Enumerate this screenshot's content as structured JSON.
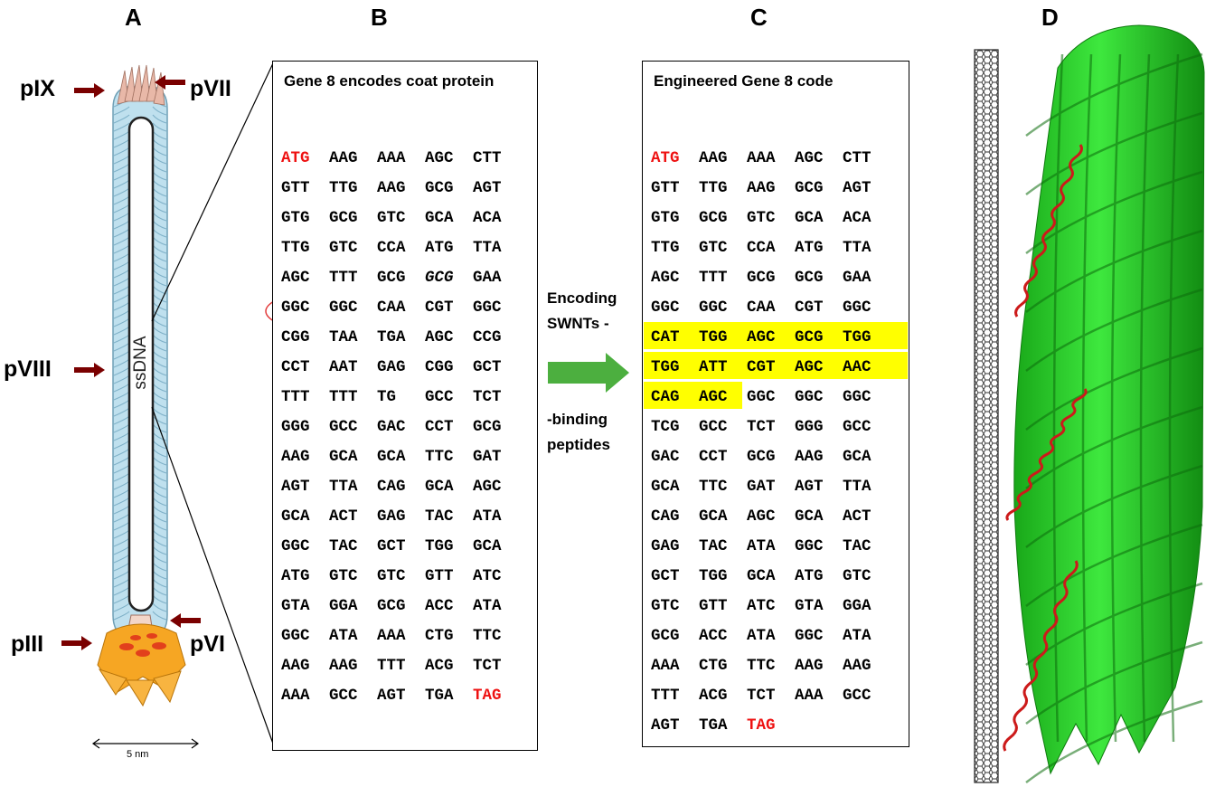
{
  "panels": {
    "a": "A",
    "b": "B",
    "c": "C",
    "d": "D"
  },
  "phage": {
    "labels": {
      "p9": "pIX",
      "p7": "pVII",
      "p8": "pVIII",
      "p3": "pIII",
      "p6": "pVI"
    },
    "dna_label": "ssDNA",
    "scale": "5 nm",
    "colors": {
      "coat": "#bfe0ee",
      "tip": "#e8b8a8",
      "base": "#f6a623",
      "arrow": "#7a0000"
    }
  },
  "box_b": {
    "title": "Gene 8 encodes coat protein",
    "rows": [
      [
        "ATG",
        "AAG",
        "AAA",
        "AGC",
        "CTT"
      ],
      [
        "GTT",
        "TTG",
        "AAG",
        "GCG",
        "AGT"
      ],
      [
        "GTG",
        "GCG",
        "GTC",
        "GCA",
        "ACA"
      ],
      [
        "TTG",
        "GTC",
        "CCA",
        "ATG",
        "TTA"
      ],
      [
        "AGC",
        "TTT",
        "GCG",
        "GCG",
        "GAA"
      ],
      [
        "GGC",
        "GGC",
        "CAA",
        "CGT",
        "GGC"
      ],
      [
        "CGG",
        "TAA",
        "TGA",
        "AGC",
        "CCG"
      ],
      [
        "CCT",
        "AAT",
        "GAG",
        "CGG",
        "GCT"
      ],
      [
        "TTT",
        "TTT",
        "TG",
        "GCC",
        "TCT"
      ],
      [
        "GGG",
        "GCC",
        "GAC",
        "CCT",
        "GCG"
      ],
      [
        "AAG",
        "GCA",
        "GCA",
        "TTC",
        "GAT"
      ],
      [
        "AGT",
        "TTA",
        "CAG",
        "GCA",
        "AGC"
      ],
      [
        "GCA",
        "ACT",
        "GAG",
        "TAC",
        "ATA"
      ],
      [
        "GGC",
        "TAC",
        "GCT",
        "TGG",
        "GCA"
      ],
      [
        "ATG",
        "GTC",
        "GTC",
        "GTT",
        "ATC"
      ],
      [
        "GTA",
        "GGA",
        "GCG",
        "ACC",
        "ATA"
      ],
      [
        "GGC",
        "ATA",
        "AAA",
        "CTG",
        "TTC"
      ],
      [
        "AAG",
        "AAG",
        "TTT",
        "ACG",
        "TCT"
      ],
      [
        "AAA",
        "GCC",
        "AGT",
        "TGA",
        "TAG"
      ]
    ]
  },
  "middle": {
    "top": "Encoding SWNTs -",
    "bottom": "-binding peptides",
    "arrow_color": "#4caf3f"
  },
  "box_c": {
    "title": "Engineered Gene 8  code",
    "rows": [
      [
        "ATG",
        "AAG",
        "AAA",
        "AGC",
        "CTT"
      ],
      [
        "GTT",
        "TTG",
        "AAG",
        "GCG",
        "AGT"
      ],
      [
        "GTG",
        "GCG",
        "GTC",
        "GCA",
        "ACA"
      ],
      [
        "TTG",
        "GTC",
        "CCA",
        "ATG",
        "TTA"
      ],
      [
        "AGC",
        "TTT",
        "GCG",
        "GCG",
        "GAA"
      ],
      [
        "GGC",
        "GGC",
        "CAA",
        "CGT",
        "GGC"
      ],
      [
        "CAT",
        "TGG",
        "AGC",
        "GCG",
        "TGG"
      ],
      [
        "TGG",
        "ATT",
        "CGT",
        "AGC",
        "AAC"
      ],
      [
        "CAG",
        "AGC",
        "GGC",
        "GGC",
        "GGC"
      ],
      [
        "TCG",
        "GCC",
        "TCT",
        "GGG",
        "GCC"
      ],
      [
        "GAC",
        "CCT",
        "GCG",
        "AAG",
        "GCA"
      ],
      [
        "GCA",
        "TTC",
        "GAT",
        "AGT",
        "TTA"
      ],
      [
        "CAG",
        "GCA",
        "AGC",
        "GCA",
        "ACT"
      ],
      [
        "GAG",
        "TAC",
        "ATA",
        "GGC",
        "TAC"
      ],
      [
        "GCT",
        "TGG",
        "GCA",
        "ATG",
        "GTC"
      ],
      [
        "GTC",
        "GTT",
        "ATC",
        "GTA",
        "GGA"
      ],
      [
        "GCG",
        "ACC",
        "ATA",
        "GGC",
        "ATA"
      ],
      [
        "AAA",
        "CTG",
        "TTC",
        "AAG",
        "AAG"
      ],
      [
        "TTT",
        "ACG",
        "TCT",
        "AAA",
        "GCC"
      ],
      [
        "AGT",
        "TGA",
        "TAG"
      ]
    ],
    "highlight_color": "#ffff00"
  }
}
